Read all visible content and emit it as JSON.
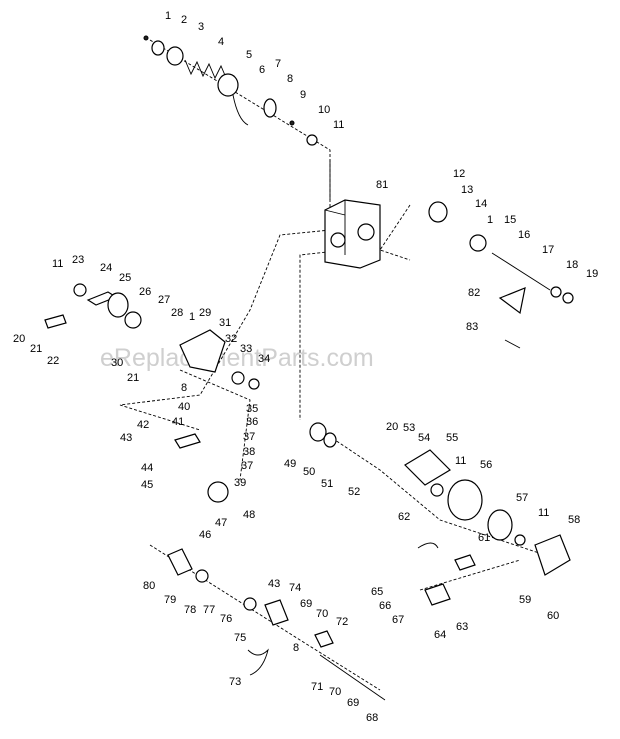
{
  "watermark": "eReplacementParts.com",
  "labels": [
    "1",
    "2",
    "3",
    "4",
    "5",
    "6",
    "7",
    "8",
    "9",
    "10",
    "11",
    "12",
    "13",
    "14",
    "1",
    "15",
    "16",
    "17",
    "18",
    "19",
    "81",
    "82",
    "83",
    "11",
    "23",
    "24",
    "25",
    "26",
    "27",
    "28",
    "1",
    "29",
    "31",
    "32",
    "33",
    "34",
    "20",
    "21",
    "22",
    "30",
    "21",
    "8",
    "35",
    "36",
    "37",
    "38",
    "37",
    "39",
    "40",
    "41",
    "42",
    "43",
    "44",
    "45",
    "46",
    "47",
    "48",
    "49",
    "50",
    "51",
    "52",
    "20",
    "53",
    "54",
    "55",
    "11",
    "56",
    "57",
    "11",
    "58",
    "62",
    "61",
    "59",
    "60",
    "65",
    "66",
    "67",
    "64",
    "63",
    "80",
    "79",
    "78",
    "77",
    "76",
    "75",
    "43",
    "74",
    "69",
    "70",
    "72",
    "73",
    "8",
    "71",
    "70",
    "69",
    "68"
  ]
}
